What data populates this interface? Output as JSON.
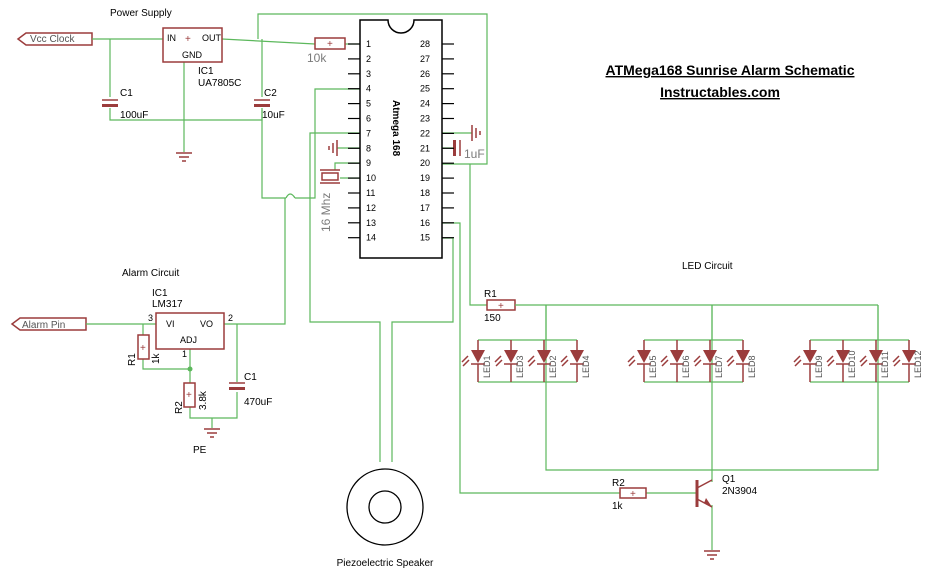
{
  "title": {
    "line1": "ATMega168 Sunrise Alarm Schematic",
    "line2": "Instructables.com"
  },
  "power_supply": {
    "heading": "Power Supply",
    "input_label": "Vcc Clock",
    "regulator": {
      "ref": "IC1",
      "part": "UA7805C",
      "pin_in": "IN",
      "pin_out": "OUT",
      "pin_gnd": "GND"
    },
    "c1": {
      "ref": "C1",
      "value": "100uF"
    },
    "c2": {
      "ref": "C2",
      "value": "10uF"
    }
  },
  "mcu": {
    "name": "Atmega 168",
    "left_pins": [
      "1",
      "2",
      "3",
      "4",
      "5",
      "6",
      "7",
      "8",
      "9",
      "10",
      "11",
      "12",
      "13",
      "14"
    ],
    "right_pins": [
      "28",
      "27",
      "26",
      "25",
      "24",
      "23",
      "22",
      "21",
      "20",
      "19",
      "18",
      "17",
      "16",
      "15"
    ],
    "pullup_value": "10k",
    "crystal_value": "16 Mhz",
    "cap_value": "1uF"
  },
  "alarm_circuit": {
    "heading": "Alarm Circuit",
    "input_label": "Alarm Pin",
    "regulator": {
      "ref": "IC1",
      "part": "LM317",
      "pin_vi": "VI",
      "pin_vo": "VO",
      "pin_adj": "ADJ",
      "pin_num_in": "3",
      "pin_num_out": "2",
      "pin_num_adj": "1"
    },
    "r1": {
      "ref": "R1",
      "value": "1k"
    },
    "r2": {
      "ref": "R2",
      "value": "3.8k"
    },
    "c1": {
      "ref": "C1",
      "value": "470uF"
    },
    "ground_label": "PE"
  },
  "led_circuit": {
    "heading": "LED Circuit",
    "r1": {
      "ref": "R1",
      "value": "150"
    },
    "leds": [
      "LED1",
      "LED3",
      "LED2",
      "LED4",
      "LED5",
      "LED6",
      "LED7",
      "LED8",
      "LED9",
      "LED10",
      "LED11",
      "LED12"
    ],
    "r2": {
      "ref": "R2",
      "value": "1k"
    },
    "q1": {
      "ref": "Q1",
      "part": "2N3904"
    }
  },
  "speaker": {
    "label": "Piezoelectric Speaker"
  },
  "colors": {
    "wire": "#5cb85c",
    "component": "#9b3c3c",
    "outline": "#000000"
  }
}
